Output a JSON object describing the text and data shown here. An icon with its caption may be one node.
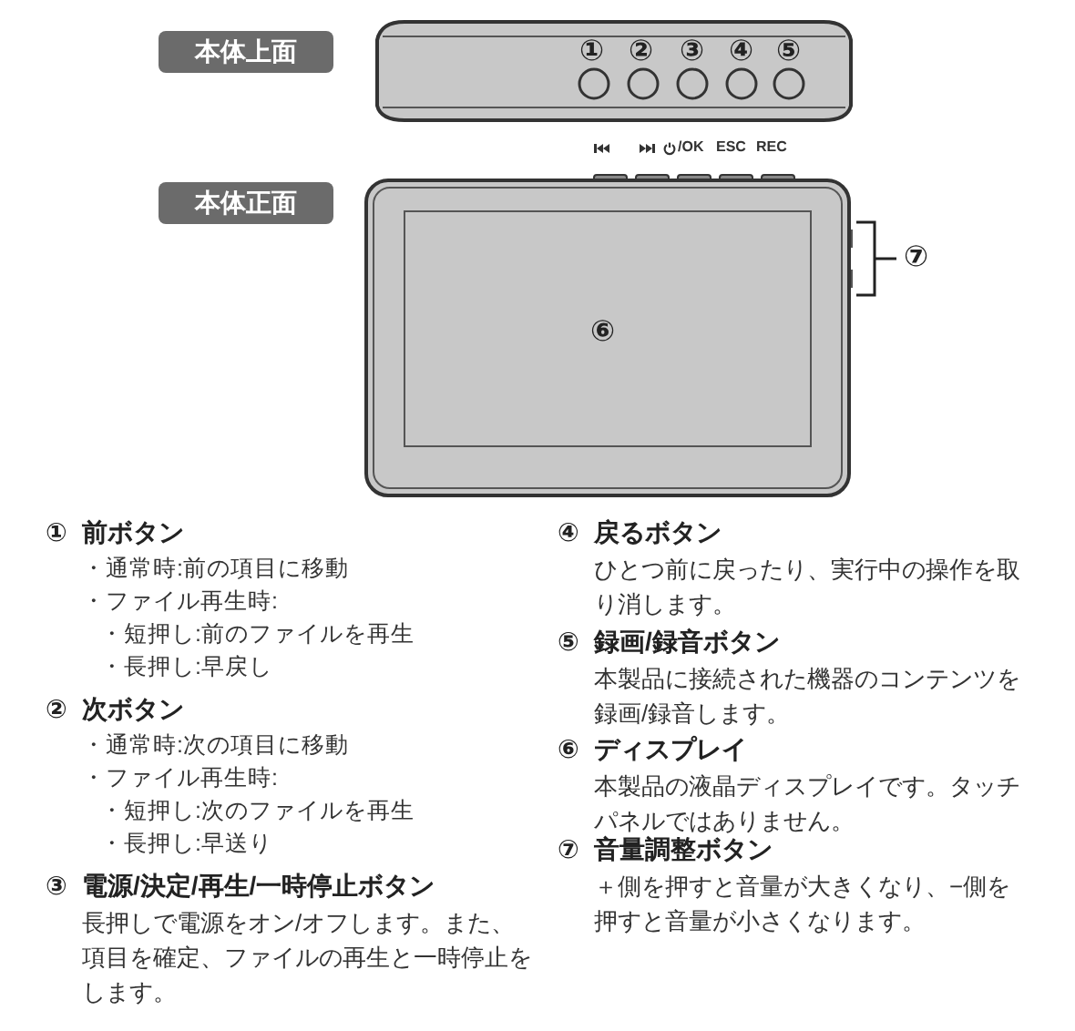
{
  "diagram": {
    "nodes": [
      {
        "text": [
          "本体上面"
        ]
      },
      {
        "text": [
          "本体正面"
        ]
      }
    ],
    "labels": [
      "①",
      "②",
      "③",
      "④",
      "⑤",
      "/OK",
      "ESC",
      "REC",
      "⑦",
      "⑥",
      "①",
      "前ボタン",
      "・通常時:前の項目に移動",
      "・ファイル再生時:",
      "・短押し:前のファイルを再生",
      "・長押し:早戻し",
      "②",
      "次ボタン",
      "・通常時:次の項目に移動",
      "・ファイル再生時:",
      "・短押し:次のファイルを再生",
      "・長押し:早送り",
      "③",
      "電源/決定/再生/一時停止ボタン",
      "長押しで電源をオン/オフします。また、項目を確定、ファイルの再生と一時停止をします。",
      "④",
      "戻るボタン",
      "ひとつ前に戻ったり、実行中の操作を取り消します。",
      "⑤",
      "録画/録音ボタン",
      "本製品に接続された機器のコンテンツを録画/録音します。",
      "⑥",
      "ディスプレイ",
      "本製品の液晶ディスプレイです。タッチパネルではありません。",
      "⑦",
      "音量調整ボタン",
      "＋側を押すと音量が大きくなり、−側を押すと音量が小さくなります。"
    ]
  }
}
